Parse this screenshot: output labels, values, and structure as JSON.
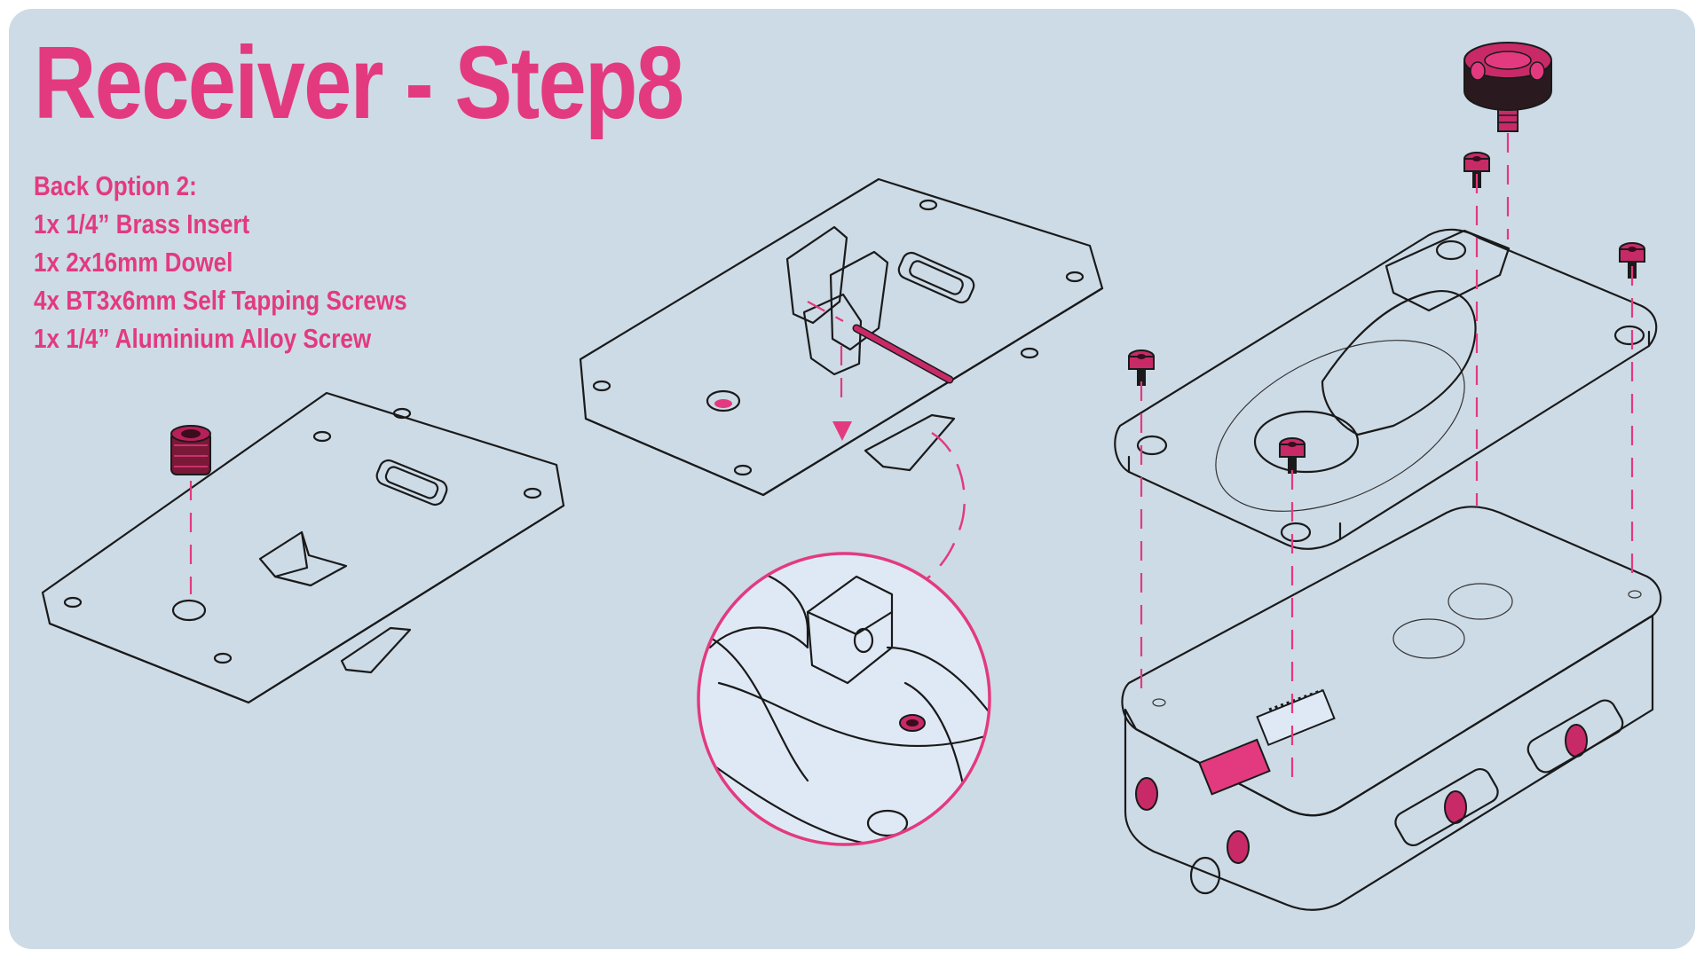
{
  "title": "Receiver - Step8",
  "parts_list": [
    "Back Option 2:",
    "1x 1/4” Brass Insert",
    "1x 2x16mm Dowel",
    "4x BT3x6mm Self Tapping Screws",
    "1x 1/4” Aluminium Alloy Screw"
  ],
  "colors": {
    "accent": "#e33a7f",
    "background": "#cddbe6",
    "part_white": "#ffffff",
    "part_blue": "#dfe9f5",
    "outline": "#1a1a1a"
  }
}
